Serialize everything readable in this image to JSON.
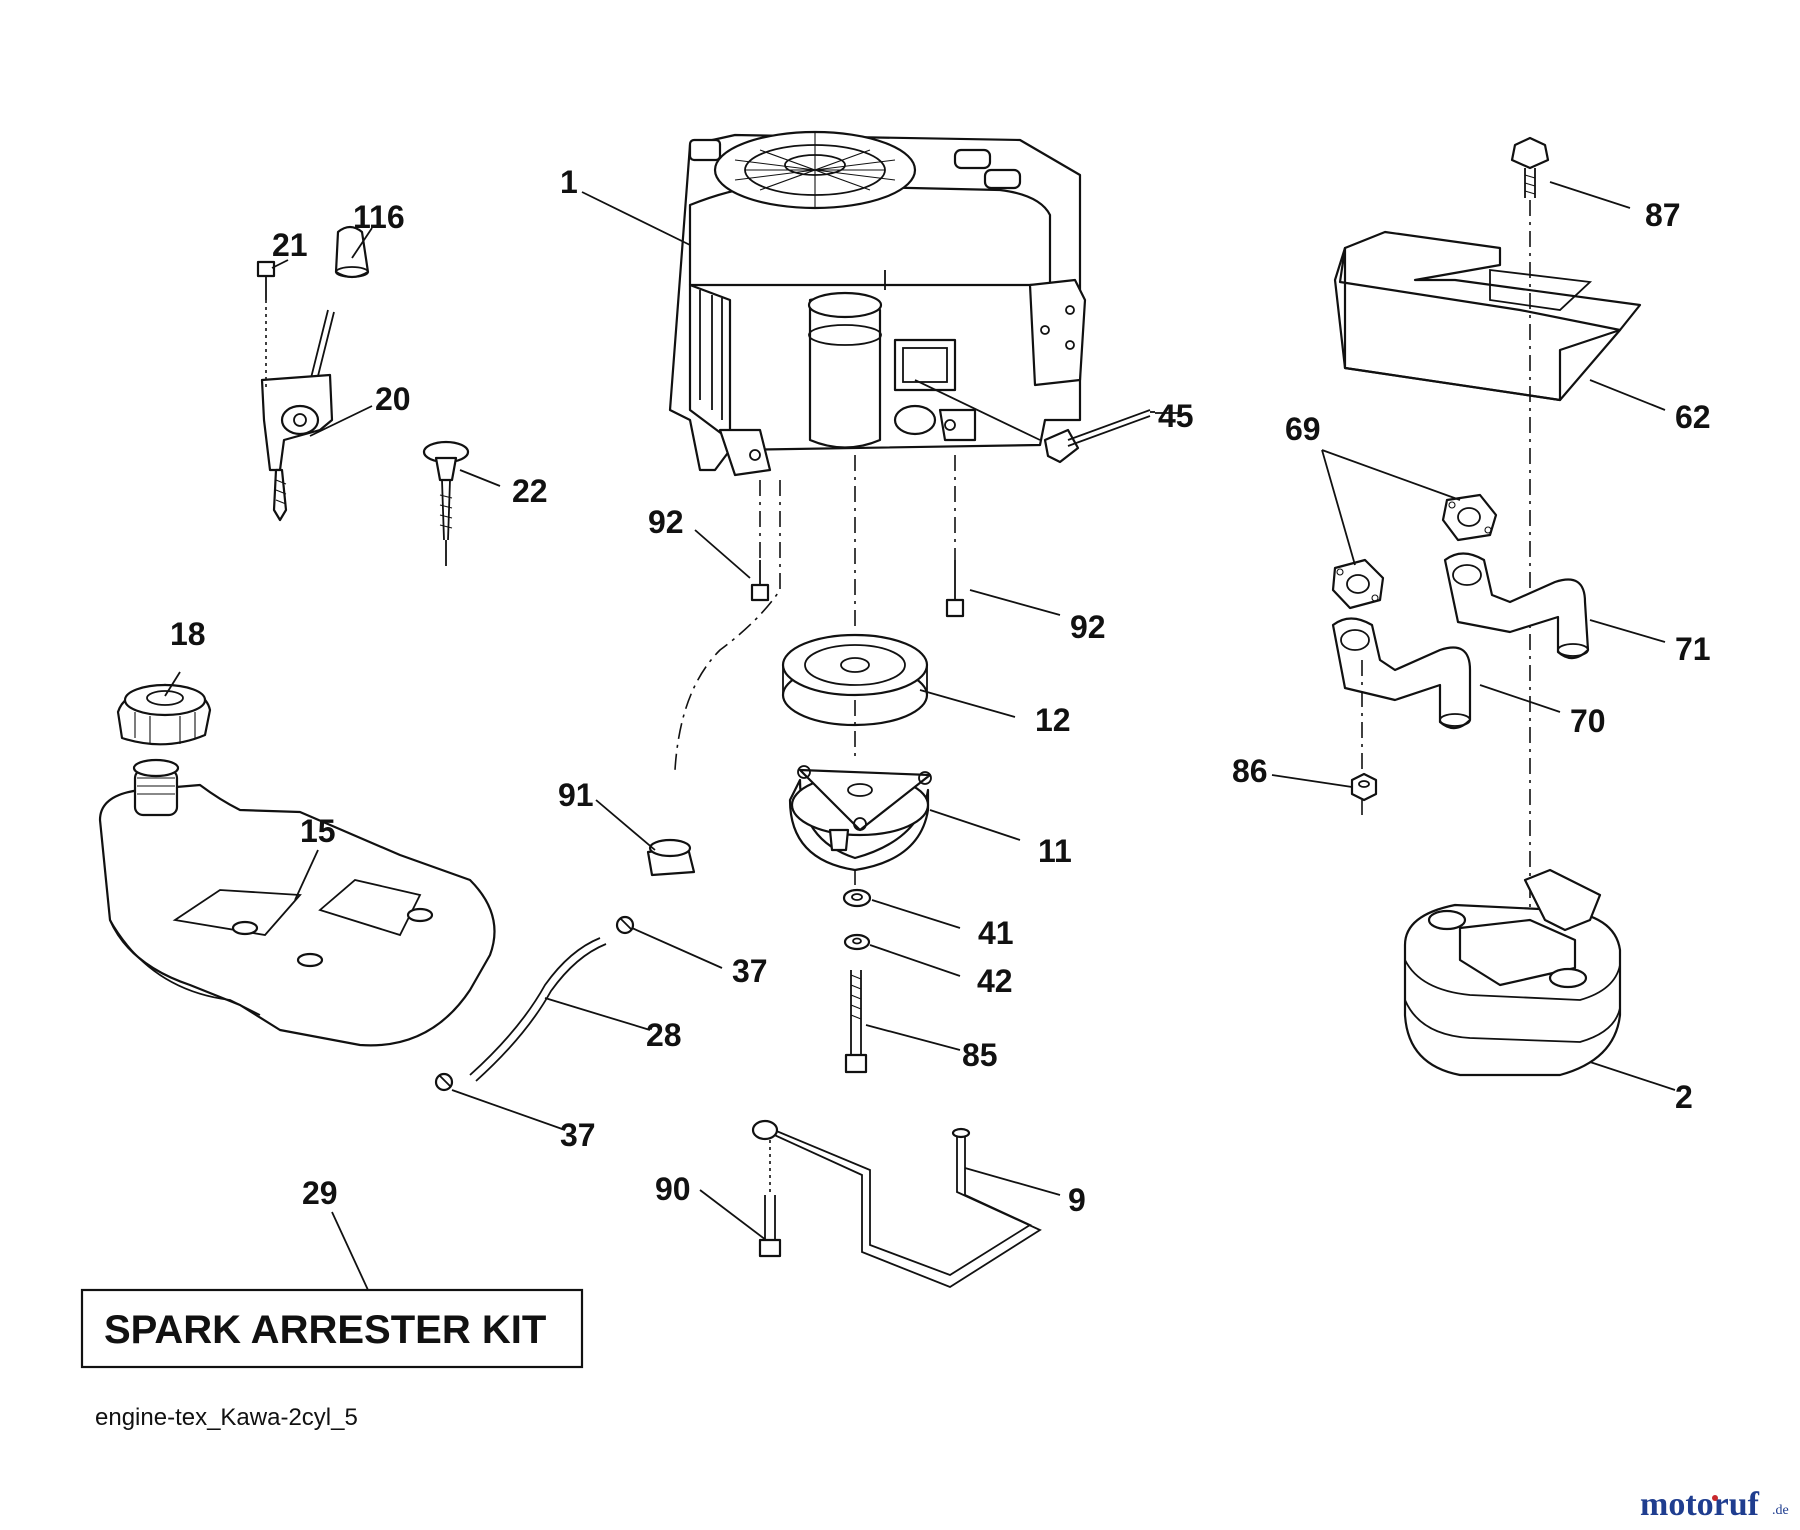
{
  "callouts": {
    "c1": "1",
    "c116": "116",
    "c21": "21",
    "c20": "20",
    "c22": "22",
    "c45": "45",
    "c92a": "92",
    "c92b": "92",
    "c87": "87",
    "c62": "62",
    "c69": "69",
    "c71": "71",
    "c70": "70",
    "c86": "86",
    "c18": "18",
    "c15": "15",
    "c91": "91",
    "c12": "12",
    "c11": "11",
    "c41": "41",
    "c42": "42",
    "c37a": "37",
    "c37b": "37",
    "c28": "28",
    "c85": "85",
    "c2": "2",
    "c90": "90",
    "c9": "9",
    "c29": "29"
  },
  "kit_label": "SPARK ARRESTER KIT",
  "file_name": "engine-tex_Kawa-2cyl_5",
  "watermark": {
    "main": "motoruf",
    "sub": ".de",
    "color_main": "#1f3d8f",
    "color_accent": "#c8282d"
  }
}
